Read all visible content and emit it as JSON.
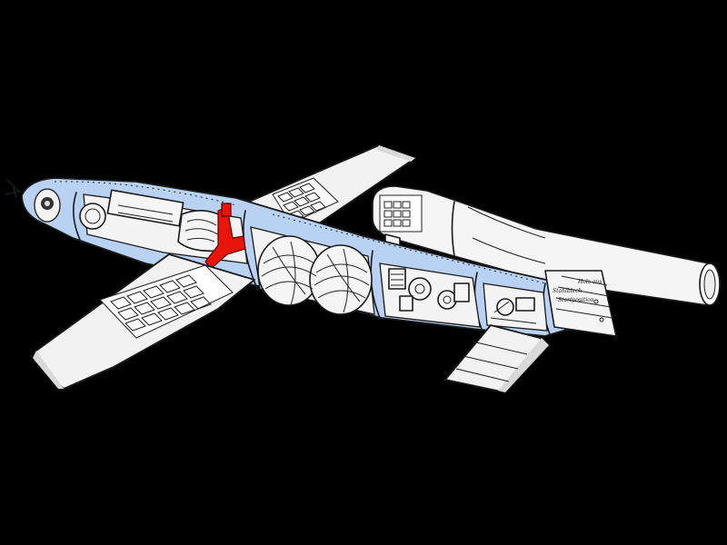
{
  "illustration": {
    "background_color": "#000000",
    "fuselage_color": "#b9d1f3",
    "highlight_color": "#e8150b",
    "tail_annotation": {
      "line1": "Stahlblech",
      "line2": "Holz aus",
      "line3": "Startposition"
    }
  }
}
